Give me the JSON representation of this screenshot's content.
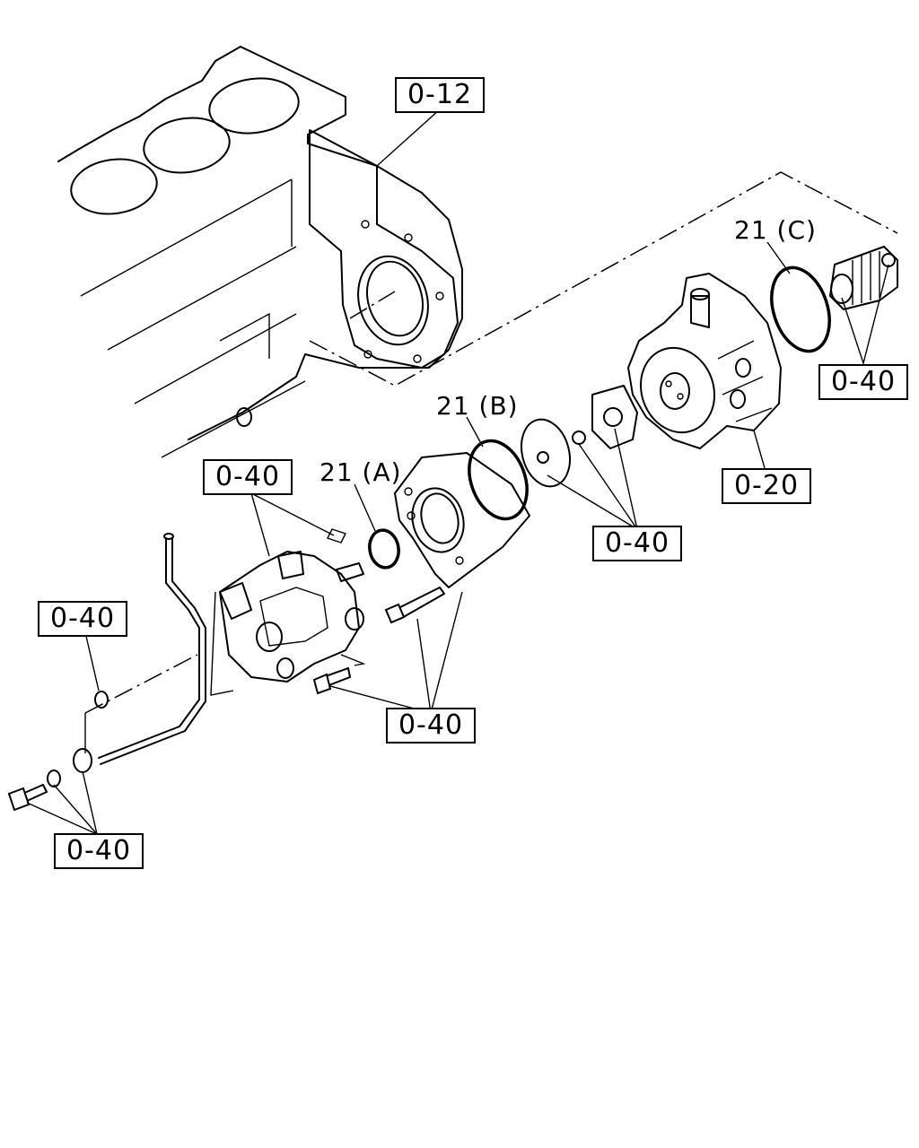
{
  "callouts": {
    "engine_block": "0-12",
    "gear_parts": "0-40",
    "injection_pump_parts": "0-40",
    "vacuum_pump": "0-20",
    "coupling_parts": "0-40",
    "eye_bolt_washer": "0-40",
    "mounting_bolts": "0-40",
    "pipe_bolt": "0-40"
  },
  "part_labels": {
    "o_ring_a": "21 (A)",
    "o_ring_b": "21 (B)",
    "o_ring_c": "21 (C)"
  }
}
